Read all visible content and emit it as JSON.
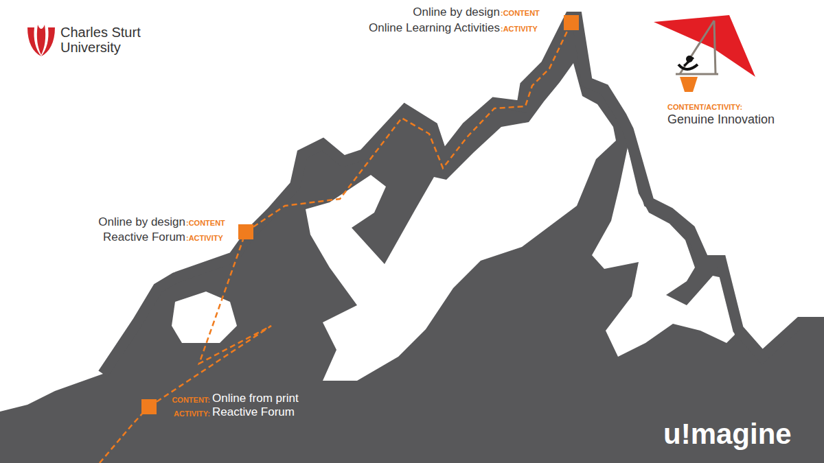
{
  "diagram": {
    "nodes": [
      {
        "text": [
          "CONTENT:",
          "Online from print",
          "ACTIVITY:",
          "Reactive Forum"
        ]
      },
      {
        "text": [
          "Online by design",
          ":CONTENT",
          "Reactive Forum",
          ":ACTIVITY"
        ]
      },
      {
        "text": [
          "Online by design",
          ":CONTENT",
          "Online Learning Activities",
          ":ACTIVITY"
        ]
      }
    ],
    "edges": [
      {
        "from": 0,
        "to": 1,
        "arrow": "none"
      },
      {
        "from": 1,
        "to": 2,
        "arrow": "none"
      }
    ],
    "labels": [
      "Charles Sturt University",
      "CONTENT/ACTIVITY:",
      "Genuine Innovation",
      "u!magine"
    ]
  }
}
